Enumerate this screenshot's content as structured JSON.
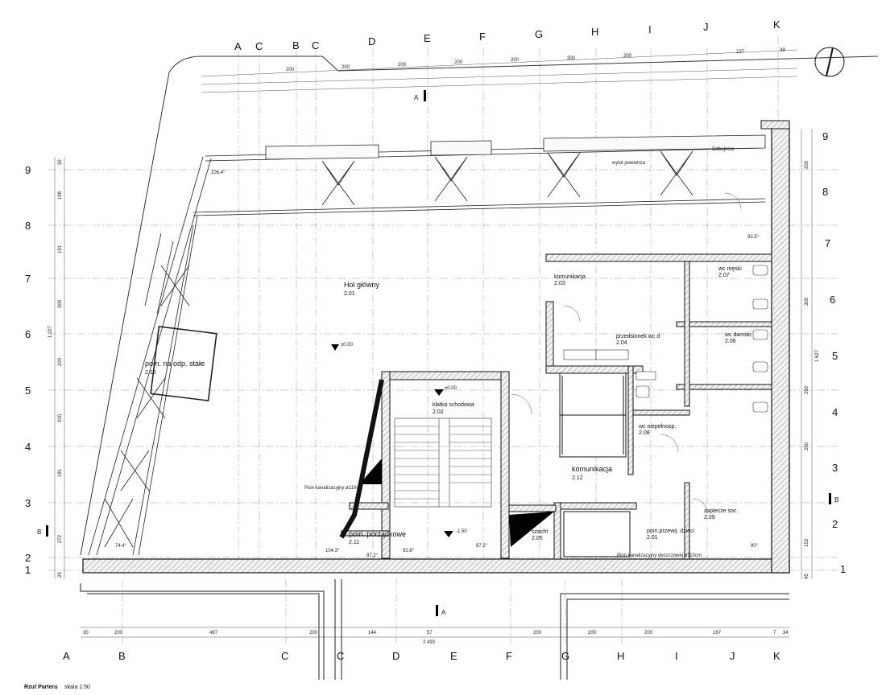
{
  "caption": {
    "title": "Rzut Parteru",
    "scale": "skala 1:50"
  },
  "grid_letters": [
    "A",
    "B",
    "C",
    "D",
    "E",
    "F",
    "G",
    "H",
    "I",
    "J",
    "K"
  ],
  "grid_numbers": [
    "1",
    "2",
    "3",
    "4",
    "5",
    "6",
    "7",
    "8",
    "9"
  ],
  "section_marks": {
    "a": "A",
    "b": "B"
  },
  "rooms": {
    "hol": {
      "name": "Hol główny",
      "num": "2.01"
    },
    "odp": {
      "name": "pom. na odp. stałe",
      "num": "2.10"
    },
    "klatka": {
      "name": "klatka schodowa",
      "num": "2.02"
    },
    "porz": {
      "name": "pom. porządkowe",
      "num": "2.11"
    },
    "kom1": {
      "name": "komunikacja",
      "num": "2.03"
    },
    "kom2": {
      "name": "komunikacja",
      "num": "2.12"
    },
    "przed": {
      "name": "przedsionek wc d",
      "num": "2.04"
    },
    "wcm": {
      "name": "wc męski",
      "num": "2.07"
    },
    "wcd": {
      "name": "wc damski",
      "num": "2.06"
    },
    "wcn": {
      "name": "wc niepełnosp.",
      "num": "2.08"
    },
    "szacht": {
      "name": "szacht",
      "num": "2.05"
    },
    "przewij": {
      "name": "pom.przewij. dzieci",
      "num": "2.01"
    },
    "zaplecze": {
      "name": "zaplecze soc.",
      "num": "2.09"
    }
  },
  "notes": {
    "odbojnica": "Odbojnica",
    "wylot": "wylot powietrza",
    "pion1": "Pion kanalizacyjny ø110cm",
    "pion2": "Pion kanalizacyjny deszczowej ø110cm",
    "level": "±0.00",
    "level2": "-1.50"
  },
  "top_dims": [
    "200",
    "200",
    "200",
    "200",
    "200",
    "300",
    "200",
    "237",
    "39"
  ],
  "bottom_dims": [
    "30",
    "200",
    "487",
    "200",
    "144",
    "57",
    "200",
    "200",
    "200",
    "167",
    "7",
    "34"
  ],
  "bottom_total": "2 493",
  "left_dims": [
    "39",
    "198",
    "191",
    "300",
    "1 227",
    "200",
    "200",
    "181",
    "272",
    "29"
  ],
  "right_dims": [
    "200",
    "300",
    "1 627",
    "200",
    "200",
    "153",
    "45"
  ],
  "angles": [
    "106.4°",
    "92.5°",
    "74.4°",
    "104.3°",
    "87.2°",
    "92.8°",
    "87.2°",
    "90°"
  ]
}
